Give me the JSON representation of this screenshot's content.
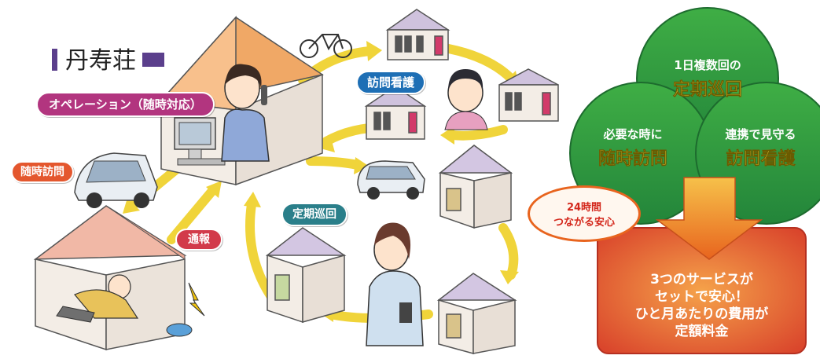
{
  "facility_name": "丹寿荘",
  "labels": {
    "operation": "オペレーション（随時対応）",
    "visit_nursing": "訪問看護",
    "adhoc_visit": "随時訪問",
    "report": "通報",
    "regular_patrol": "定期巡回"
  },
  "tree": {
    "top_line1": "1日複数回の",
    "top_line2": "定期巡回",
    "left_line1": "必要な時に",
    "left_line2": "随時訪問",
    "right_line1": "連携で見守る",
    "right_line2": "訪問看護"
  },
  "bubble": {
    "line1": "24時間",
    "line2": "つながる安心"
  },
  "box": {
    "line1": "3つのサービスが",
    "line2": "セットで安心！",
    "line3": "ひと月あたりの費用が",
    "line4": "定額料金"
  },
  "colors": {
    "operation_pill": "#b2357f",
    "nursing_pill": "#1e6fb5",
    "adhoc_pill": "#e4572e",
    "report_pill": "#d23a4a",
    "patrol_pill": "#2a7f8a",
    "tree_green": "#2f9b3a",
    "box_orange": "#e4572e",
    "arrow_yellow": "#f0d43a"
  }
}
